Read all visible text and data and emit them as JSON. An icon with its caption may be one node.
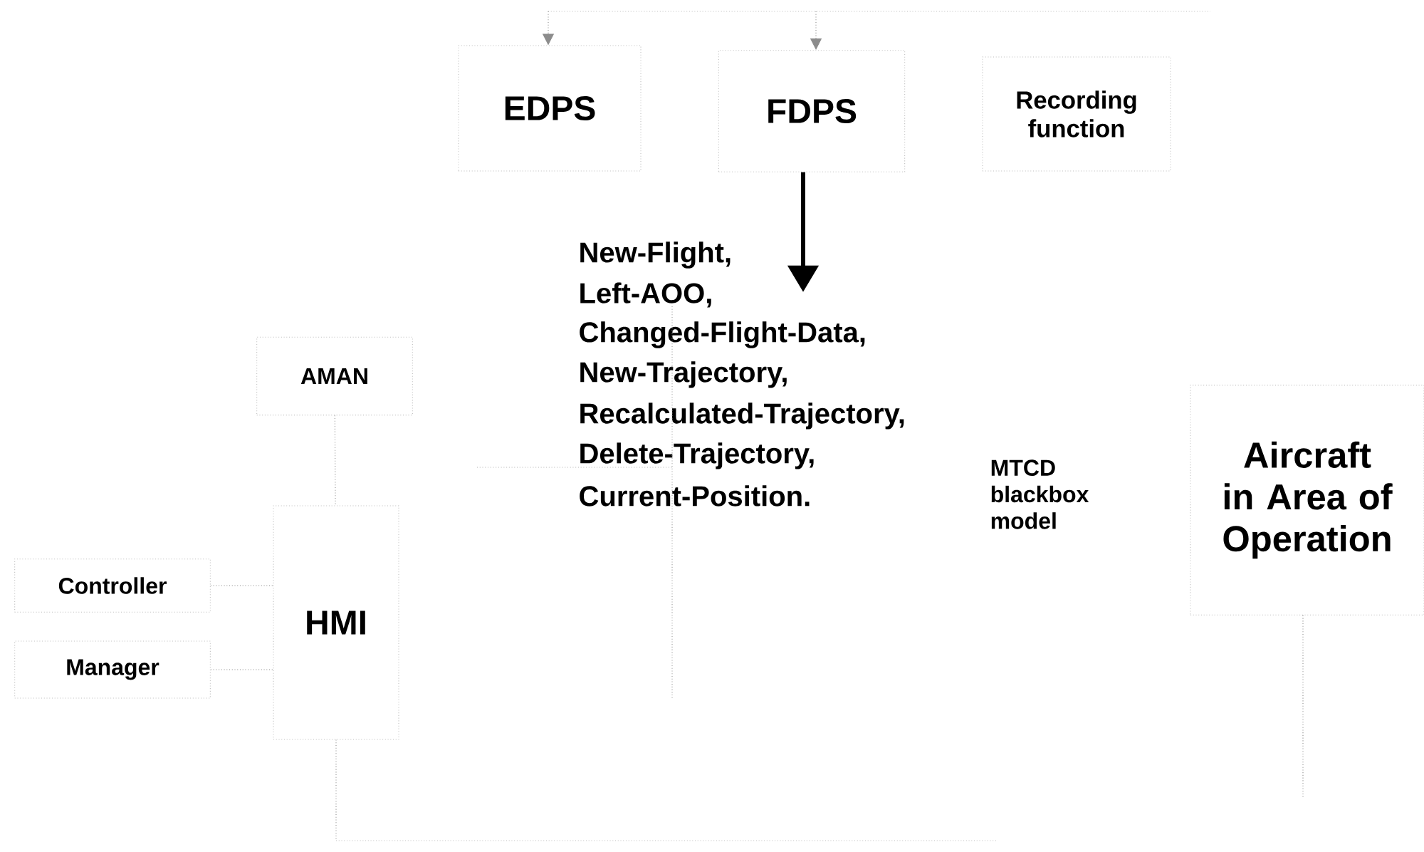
{
  "diagram": {
    "nodes": [
      {
        "text": [
          "EDPS"
        ]
      },
      {
        "text": [
          "FDPS"
        ]
      },
      {
        "text": [
          "Recording function"
        ]
      },
      {
        "text": [
          "AMAN"
        ]
      },
      {
        "text": [
          "Controller"
        ]
      },
      {
        "text": [
          "Manager"
        ]
      },
      {
        "text": [
          "HMI"
        ]
      },
      {
        "text": [
          "MTCD blackbox model"
        ]
      },
      {
        "text": [
          "Aircraft in Area of Operation"
        ]
      }
    ],
    "edges": [
      {
        "from": null,
        "to": 0,
        "arrow": "to",
        "style": "dashed"
      },
      {
        "from": null,
        "to": 1,
        "arrow": "to",
        "style": "dashed"
      },
      {
        "from": 1,
        "to": null,
        "arrow": "to",
        "style": "thick",
        "color": "#000000"
      },
      {
        "from": 3,
        "to": 6,
        "arrow": "none",
        "style": "dashed"
      },
      {
        "from": 4,
        "to": 6,
        "arrow": "none",
        "style": "dashed"
      },
      {
        "from": 5,
        "to": 6,
        "arrow": "none",
        "style": "dashed"
      },
      {
        "from": 6,
        "to": null,
        "arrow": "none",
        "style": "dashed"
      },
      {
        "from": 8,
        "to": null,
        "arrow": "none",
        "style": "dashed"
      }
    ],
    "labels": [
      "New-Flight,",
      "Left-AOO,",
      "Changed-Flight-Data,",
      "New-Trajectory,",
      "Recalculated-Trajectory,",
      "Delete-Trajectory,",
      "Current-Position."
    ]
  }
}
